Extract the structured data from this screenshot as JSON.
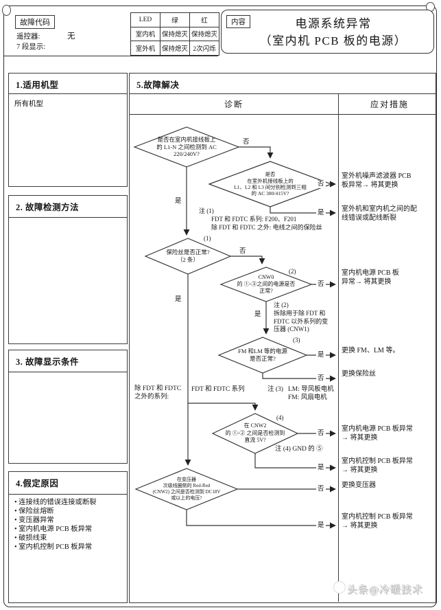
{
  "header": {
    "fault_code_label": "故障代码",
    "remote_label": "遥控器:",
    "remote_value": "无",
    "seven_seg_label": "7 段显示:",
    "led_rows": [
      [
        "LED",
        "绿",
        "红"
      ],
      [
        "室内机",
        "保持熄灭",
        "保持熄灭"
      ],
      [
        "室外机",
        "保持熄灭",
        "2次闪烁"
      ]
    ],
    "content_label": "内容",
    "title_line1": "电源系统异常",
    "title_line2": "（室内机 PCB 板的电源）"
  },
  "sections": {
    "s1_title": "1.适用机型",
    "s1_body": "所有机型",
    "s2_title": "2. 故障检测方法",
    "s3_title": "3. 故障显示条件",
    "s4_title": "4.假定原因",
    "s4_items": "• 连接线的错误连接或断裂\n• 保险丝熔断\n• 变压器异常\n• 室内机电源 PCB 板异常\n• 破损线束\n• 室内机控制 PCB 板异常"
  },
  "solution": {
    "title": "5.故障解决",
    "col_diagnosis": "诊断",
    "col_action": "应对措施",
    "yes": "是",
    "no": "否",
    "sup1": "(1)",
    "sup2": "(2)",
    "sup3": "(3)",
    "sup4": "(4)",
    "d1": "是否在室内机接线板上\n的 L1-N 之间检测到 AC\n220/240V?",
    "d2": "是否\n在室外机接线板上的\nL1、L2 和 L3 间分别检测到三相\n的 AC 380/415V?",
    "d3": "保险丝是否正常?\n（2 条）",
    "d4": "CNW0\n的 ①-③之间的电源是否\n正常?",
    "d5": "FM 和LM 等的电源\n是否正常?",
    "d6": "在 CNW2\n的 ①-② 之间是否检测到\n直流 5V?",
    "d7": "在变压器\n次级线圈侧的 Red-Red\n(CNW2) 之间是否检测到 DC18V\n或以上的电压?",
    "note1_label": "注 (1)",
    "note1_body": "FDT 和 FDTC 系列: F200、F201\n除 FDT 和 FDTC 之外: 电线之间的保险丝",
    "note2_label": "注 (2)",
    "note2_body": "拆除用于除 FDT 和\nFDTC 以外系列的变\n压器 (CNW1)",
    "note3_label": "注 (3)",
    "note3_body": "LM: 导风板电机\nFM: 风扇电机",
    "note4": "注 (4) GND 的 ⑤",
    "branch_left": "除 FDT 和 FDTC\n之外的系列:",
    "branch_right": "FDT 和 FDTC 系列",
    "actions": {
      "c1": "室外机噪声滤波器 PCB\n板异常→ 将其更换",
      "c2": "室外机和室内机之间的配\n线错误或配线断裂",
      "c3": "室内机电源 PCB 板\n异常→ 将其更换",
      "c4": "更换 FM、LM 等。",
      "c5": "更换保险丝",
      "c6": "室内机电源 PCB 板异常\n→ 将其更换",
      "c7": "室内机控制 PCB 板异常\n→ 将其更换",
      "c8": "更换变压器",
      "c9": "室内机控制 PCB 板异常\n→ 将其更换"
    }
  },
  "watermark": "头条@冷暖技术"
}
